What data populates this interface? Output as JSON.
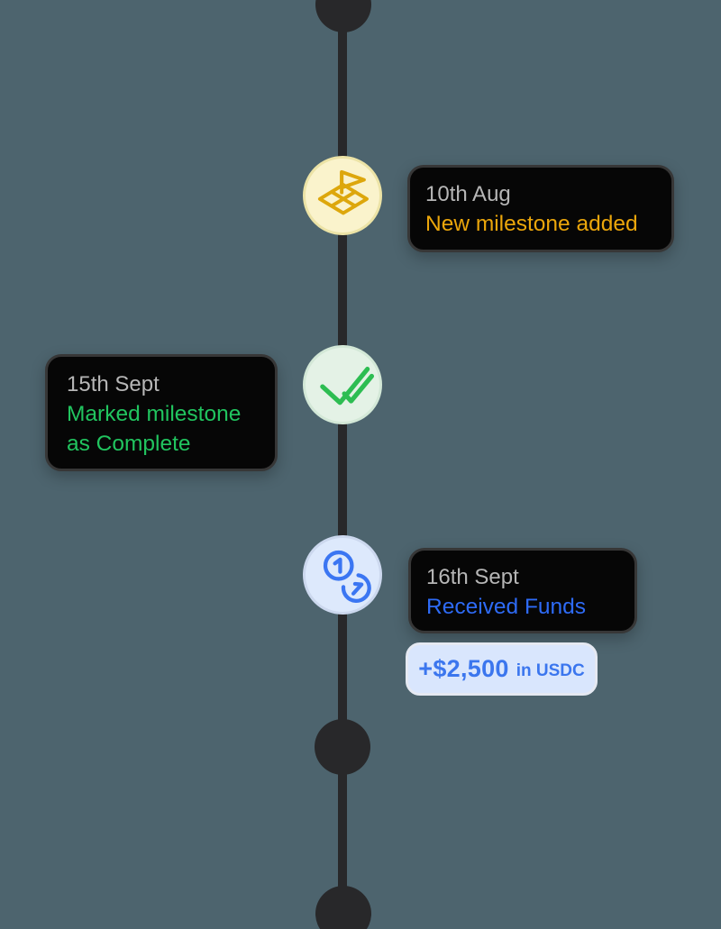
{
  "page": {
    "background_color": "#4d646e",
    "timeline_color": "#28282a"
  },
  "timeline": {
    "line": {
      "color": "#28282a"
    },
    "nodes": [
      "start",
      "middle",
      "end"
    ],
    "tooltip": {
      "background": "#060606",
      "border_color": "#373737",
      "date_color": "#b6b6b6"
    },
    "events": [
      {
        "date": "10th Aug",
        "title": "New milestone added",
        "title_color": "#eba60b",
        "icon": "flag-icon",
        "icon_color": "#dda70c",
        "icon_bg": "#faf3cc",
        "tooltip_side": "right"
      },
      {
        "date": "15th Sept",
        "title": "Marked milestone as Complete",
        "title_color": "#21c45f",
        "icon": "double-check-icon",
        "icon_color": "#2dbd52",
        "icon_bg": "#e4f2e6",
        "tooltip_side": "left"
      },
      {
        "date": "16th Sept",
        "title": "Received Funds",
        "title_color": "#2e6bf6",
        "icon": "coins-icon",
        "icon_color": "#3b76f2",
        "icon_bg": "#dde9fc",
        "tooltip_side": "right",
        "badge": {
          "amount": "+$2,500",
          "unit": "in USDC",
          "text_color": "#3b76ee",
          "background": "#d9e6fd"
        }
      }
    ]
  }
}
